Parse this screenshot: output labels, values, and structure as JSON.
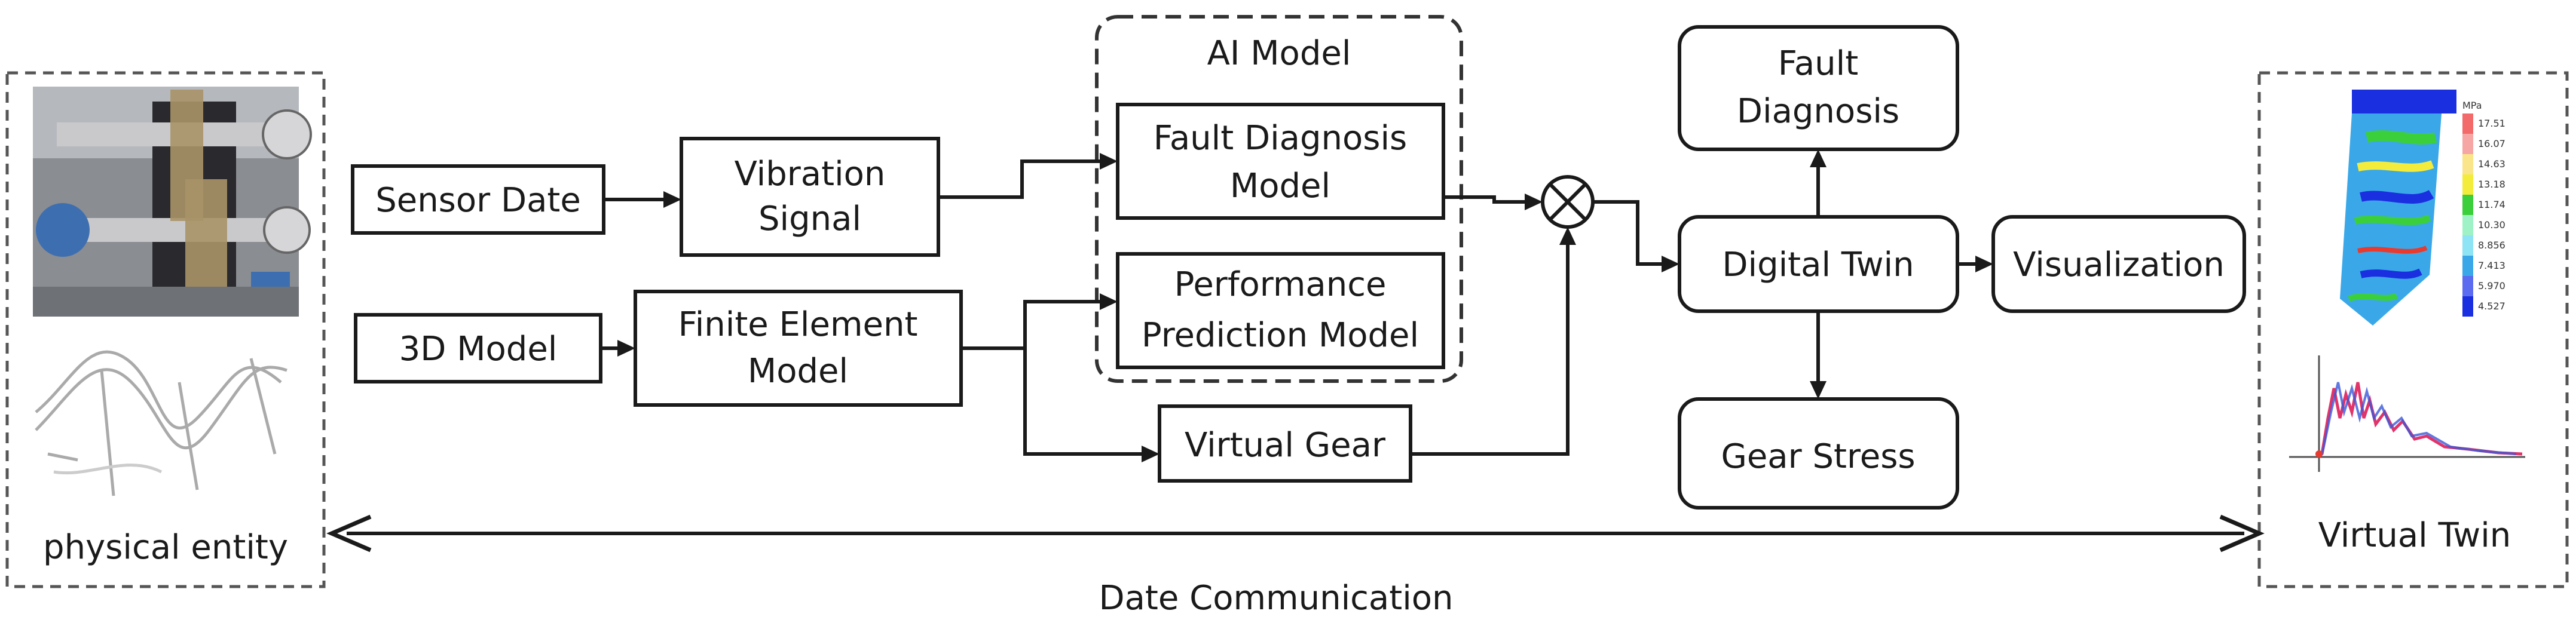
{
  "colors": {
    "stroke": "#1a1a1a",
    "dashed_border": "#555555",
    "photo_bg": "#8a8d92",
    "stress_blue": "#1a2fe0",
    "stress_yellow": "#f3ec3c",
    "stress_green": "#3ccf3c",
    "stress_red": "#e83a2e"
  },
  "physical_entity": {
    "label": "physical entity"
  },
  "virtual_twin": {
    "label": "Virtual Twin",
    "legend_unit": "MPa",
    "legend_values": [
      "17.51",
      "16.07",
      "14.63",
      "13.18",
      "11.74",
      "10.30",
      "8.856",
      "7.413",
      "5.970",
      "4.527"
    ]
  },
  "ai_model": {
    "label": "AI Model"
  },
  "boxes": {
    "sensor_date": [
      "Sensor Date"
    ],
    "vibration_signal": [
      "Vibration",
      "Signal"
    ],
    "model_3d": [
      "3D Model"
    ],
    "finite_element": [
      "Finite Element",
      "Model"
    ],
    "fault_diagnosis_model": [
      "Fault Diagnosis",
      "Model"
    ],
    "performance_prediction": [
      "Performance",
      "Prediction Model"
    ],
    "virtual_gear": [
      "Virtual Gear"
    ],
    "fault_diagnosis": [
      "Fault",
      "Diagnosis"
    ],
    "digital_twin": [
      "Digital Twin"
    ],
    "gear_stress": [
      "Gear Stress"
    ],
    "visualization": [
      "Visualization"
    ]
  },
  "communication": {
    "label": "Date Communication"
  }
}
